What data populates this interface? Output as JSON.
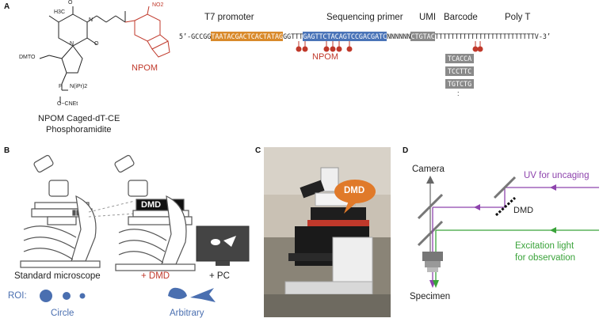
{
  "panels": {
    "a": "A",
    "b": "B",
    "c": "C",
    "d": "D"
  },
  "panel_a": {
    "molecule_label_1": "NPOM Caged-dT-CE",
    "molecule_label_2": "Phosphoramidite",
    "npom_red": "NPOM",
    "chem": {
      "no2": "NO2",
      "h3c": "H3C",
      "dmto": "DMTO",
      "nipr": "N(iPr)2",
      "cnet": "O−CNEt",
      "p": "P",
      "o1": "O",
      "o2": "O",
      "n1": "N",
      "n2": "N"
    },
    "seq_labels": {
      "t7": "T7 promoter",
      "seqprimer": "Sequencing primer",
      "umi": "UMI",
      "barcode": "Barcode",
      "polyt": "Poly T"
    },
    "seq": {
      "prefix": "5’-GCCGG",
      "t7": "TAATACGACTCACTATAG",
      "spacer": "GGTTT",
      "primer": "GAGTTCTACAGTCCGACGATC",
      "umi": "NNNNNN",
      "barcode": "CTGTAC",
      "polyt": "TTTTTTTTTTTTTTTTTTTTTTTTTV-3’"
    },
    "npom_seq_label": "NPOM",
    "barcodes": [
      "TCACCA",
      "TCCTTC",
      "TGTCTG"
    ],
    "ellipsis": ":"
  },
  "panel_b": {
    "dmd": "DMD",
    "standard": "Standard microscope",
    "plus_dmd": "+ DMD",
    "plus_pc": "+ PC",
    "roi": "ROI:",
    "circle": "Circle",
    "arbitrary": "Arbitrary"
  },
  "panel_c": {
    "bubble": "DMD"
  },
  "panel_d": {
    "camera": "Camera",
    "uv": "UV for uncaging",
    "dmd": "DMD",
    "excitation_1": "Excitation light",
    "excitation_2": "for observation",
    "specimen": "Specimen"
  },
  "colors": {
    "npom_red": "#c0392b",
    "t7_orange": "#d98a2b",
    "primer_blue": "#4a74b8",
    "barcode_gray": "#8a8a8a",
    "roi_blue": "#4a6fb0",
    "uv_purple": "#8e44ad",
    "excitation_green": "#3aa33a",
    "bubble_orange": "#e07a2a"
  }
}
